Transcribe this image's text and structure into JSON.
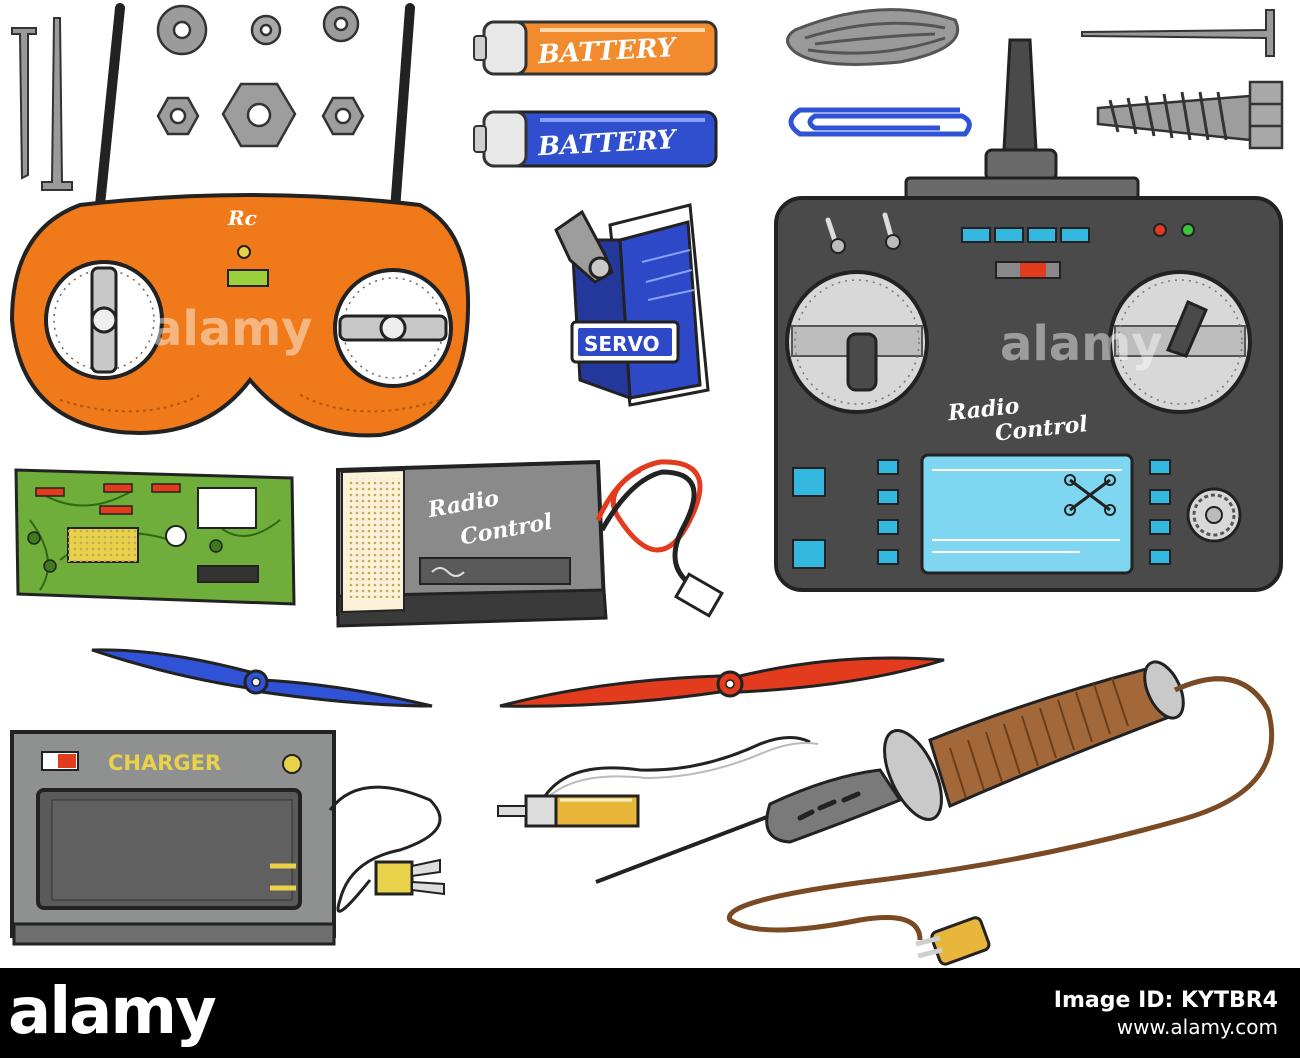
{
  "illustration": {
    "labels": {
      "battery_top": "BATTERY",
      "battery_bottom": "BATTERY",
      "gamepad_logo": "Rc",
      "servo": "SERVO",
      "lipo_brand_line1": "Radio",
      "lipo_brand_line2": "Control",
      "transmitter_brand_line1": "Radio",
      "transmitter_brand_line2": "Control",
      "charger": "CHARGER"
    },
    "watermark_text": "alamy",
    "colors": {
      "orange_controller": "#f07a1a",
      "battery_orange": "#f28a2e",
      "battery_blue": "#2f4fcf",
      "servo_blue": "#2e49c8",
      "transmitter_body": "#4a4a4a",
      "screen_cyan": "#7fd6f0",
      "pcb_green": "#6fae3a",
      "propeller_blue": "#2f52d6",
      "propeller_red": "#e33b1e",
      "charger_grey": "#8f9090",
      "iron_handle": "#a2683a"
    }
  },
  "footer": {
    "logo": "alamy",
    "image_id_label": "Image ID: KYTBR4",
    "site": "www.alamy.com"
  }
}
